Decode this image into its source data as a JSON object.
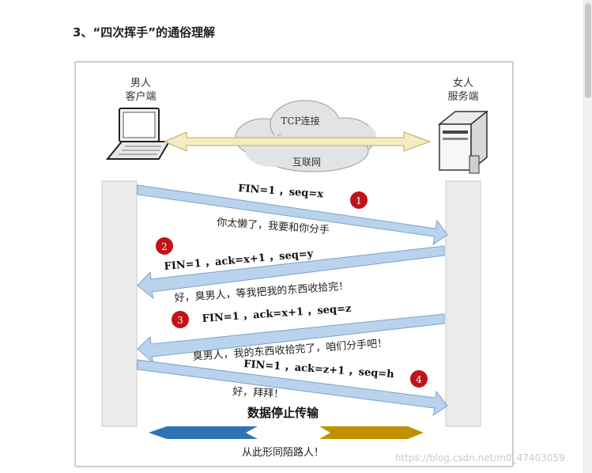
{
  "heading": "3、“四次挥手”的通俗理解",
  "diagram": {
    "client_label": [
      "男人",
      "客户端"
    ],
    "server_label": [
      "女人",
      "服务端"
    ],
    "tcp_label": "TCP连接",
    "internet_label": "互联网",
    "steps": [
      {
        "number": "1",
        "packet": "FIN=1 ，seq=x",
        "caption": "你太懒了，我要和你分手"
      },
      {
        "number": "2",
        "packet": "FIN=1 ，ack=x+1 ，seq=y",
        "caption": "好，臭男人，等我把我的东西收拾完！"
      },
      {
        "number": "3",
        "packet": "FIN=1 ，ack=x+1 ，seq=z",
        "caption": "臭男人，我的东西收拾完了，咱们分手吧！"
      },
      {
        "number": "4",
        "packet": "FIN=1 ，ack=z+1 ，seq=h",
        "caption": "好，拜拜！"
      }
    ],
    "stop_label": "数据停止传输",
    "farewell_label": "从此形同陌路人！",
    "colors": {
      "arrow_fill": "#b9d3ec",
      "arrow_stroke": "#7ba3cf",
      "badge": "#c0141a",
      "bar_left": "#2e74b5",
      "bar_right": "#c09000"
    }
  },
  "watermark": "https://blog.csdn.net/m0_47403059"
}
